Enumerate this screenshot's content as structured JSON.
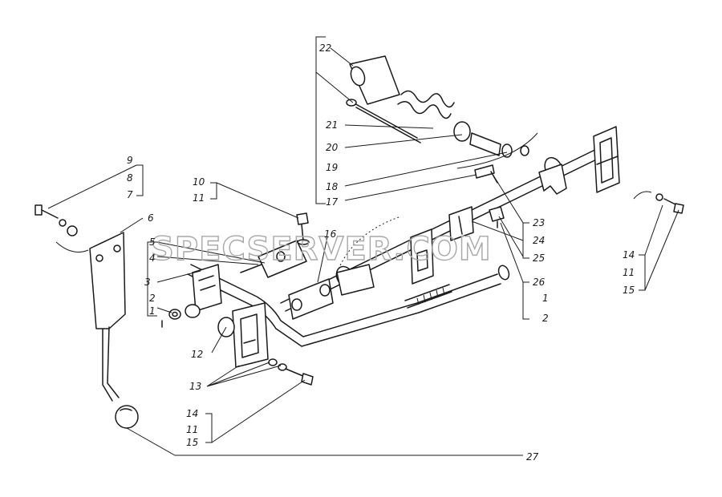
{
  "watermark": "SPECSERVER.COM",
  "labels": {
    "l9": "9",
    "l8": "8",
    "l7": "7",
    "l6": "6",
    "l10": "10",
    "l11a": "11",
    "l5": "5",
    "l4": "4",
    "l3": "3",
    "l2a": "2",
    "l1a": "1",
    "l12": "12",
    "l13": "13",
    "l14a": "14",
    "l11b": "11",
    "l15a": "15",
    "l22": "22",
    "l21": "21",
    "l20": "20",
    "l19": "19",
    "l18": "18",
    "l17": "17",
    "l16": "16",
    "l23": "23",
    "l24": "24",
    "l25": "25",
    "l26": "26",
    "l1b": "1",
    "l2b": "2",
    "l14b": "14",
    "l11c": "11",
    "l15b": "15",
    "l27": "27"
  }
}
